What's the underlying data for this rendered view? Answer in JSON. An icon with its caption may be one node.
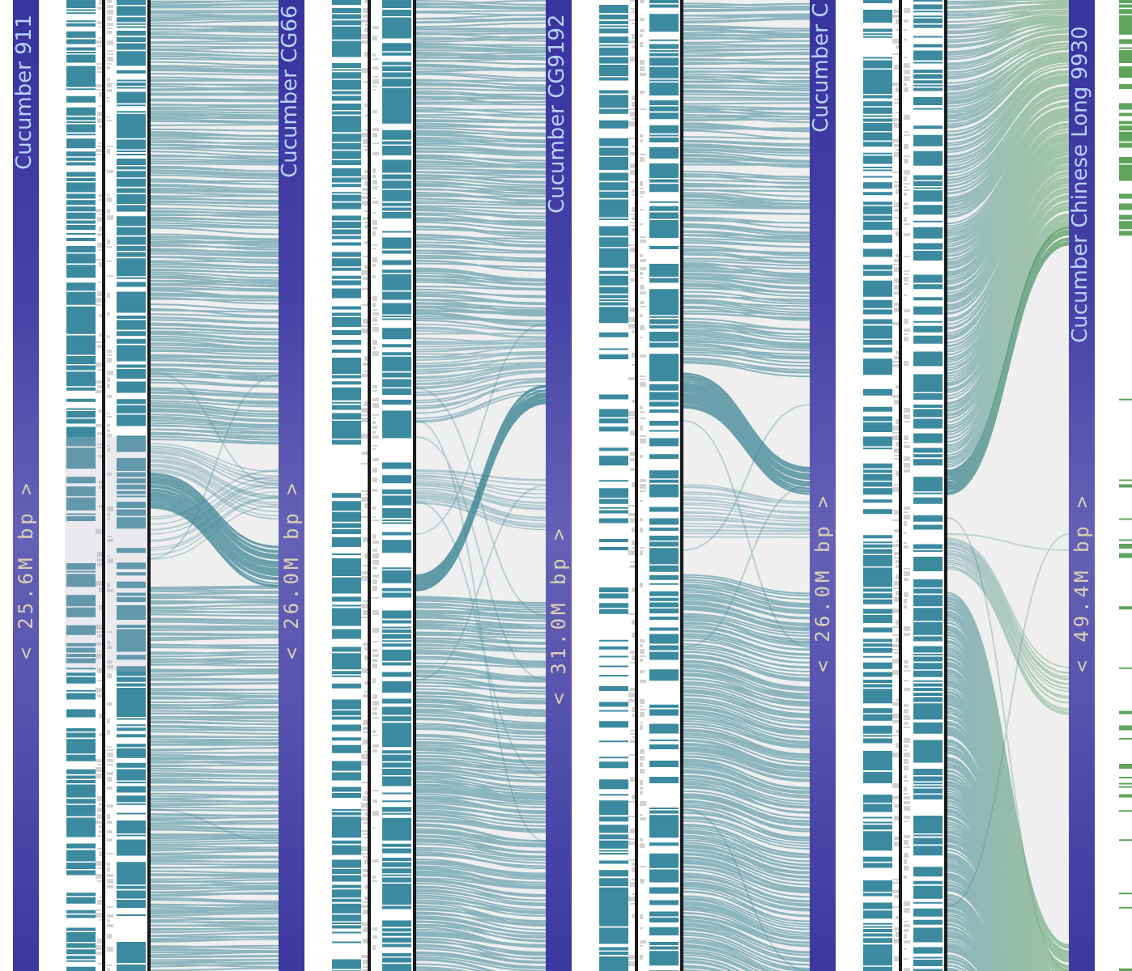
{
  "diagram": {
    "nodes": [
      {
        "text": [
          "Cucumber 911",
          "< 25.6M bp >"
        ]
      },
      {
        "text": [
          "Cucumber CG66",
          "< 26.0M bp >"
        ]
      },
      {
        "text": [
          "Cucumber CG9192",
          "< 31.0M bp >"
        ]
      },
      {
        "text": [
          "Cucumber C",
          "< 26.0M bp >"
        ]
      },
      {
        "text": [
          "Cucumber Chinese Long 9930",
          "< 49.4M bp >"
        ]
      }
    ]
  }
}
